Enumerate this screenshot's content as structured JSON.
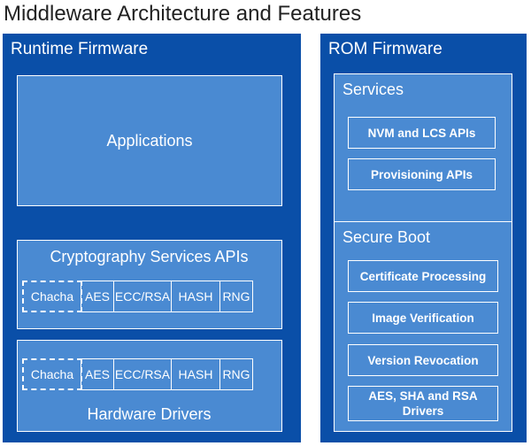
{
  "title": "Middleware Architecture and Features",
  "colors": {
    "panel": "#0a4fa8",
    "box": "#4a8ad2",
    "line": "#ffffff",
    "title_text": "#222222"
  },
  "runtime": {
    "label": "Runtime Firmware",
    "applications": "Applications",
    "crypto": {
      "label": "Cryptography Services APIs",
      "items": [
        "Chacha",
        "AES",
        "ECC/RSA",
        "HASH",
        "RNG"
      ]
    },
    "drivers": {
      "label": "Hardware Drivers",
      "items": [
        "Chacha",
        "AES",
        "ECC/RSA",
        "HASH",
        "RNG"
      ]
    }
  },
  "rom": {
    "label": "ROM Firmware",
    "services": {
      "label": "Services",
      "items": [
        "NVM and LCS APIs",
        "Provisioning APIs"
      ]
    },
    "secure_boot": {
      "label": "Secure Boot",
      "items": [
        "Certificate Processing",
        "Image Verification",
        "Version Revocation",
        "AES, SHA and RSA Drivers"
      ]
    }
  }
}
